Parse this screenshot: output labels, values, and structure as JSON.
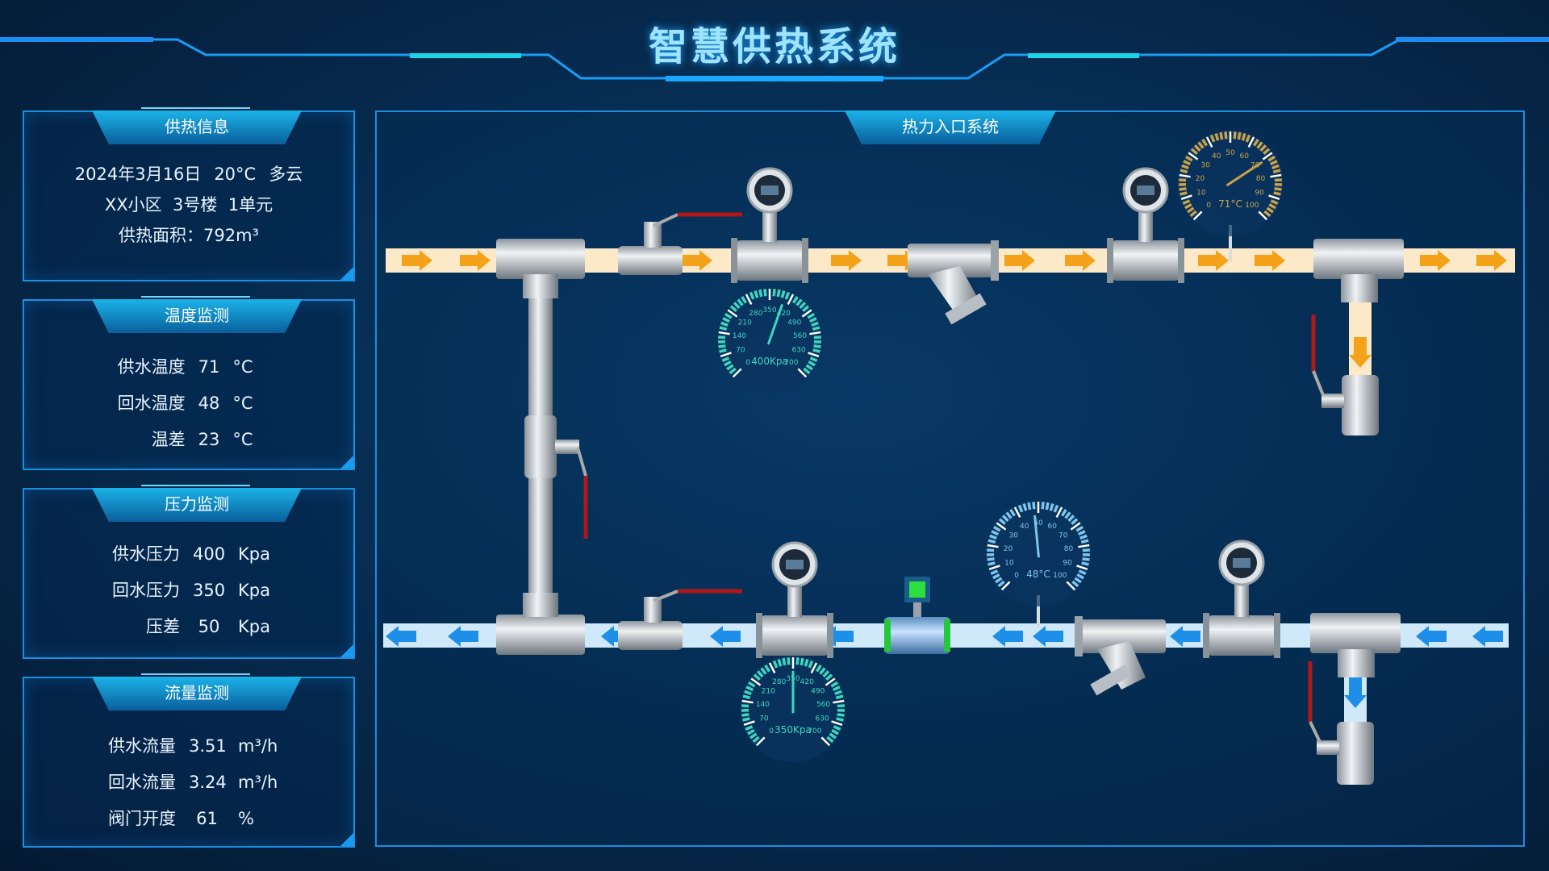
{
  "title": "智慧供热系统",
  "info": {
    "header": "供热信息",
    "date": "2024年3月16日",
    "temp": "20°C",
    "weather": "多云",
    "address": "XX小区  3号楼  1单元",
    "area": "供热面积：792m³"
  },
  "temperature": {
    "header": "温度监测",
    "rows": [
      {
        "label": "供水温度",
        "value": "71",
        "unit": "°C"
      },
      {
        "label": "回水温度",
        "value": "48",
        "unit": "°C"
      },
      {
        "label": "温差",
        "value": "23",
        "unit": "°C"
      }
    ]
  },
  "pressure": {
    "header": "压力监测",
    "rows": [
      {
        "label": "供水压力",
        "value": "400",
        "unit": "Kpa"
      },
      {
        "label": "回水压力",
        "value": "350",
        "unit": "Kpa"
      },
      {
        "label": "压差",
        "value": "50",
        "unit": "Kpa"
      }
    ]
  },
  "flow": {
    "header": "流量监测",
    "rows": [
      {
        "label": "供水流量",
        "value": "3.51",
        "unit": "m³/h"
      },
      {
        "label": "回水流量",
        "value": "3.24",
        "unit": "m³/h"
      },
      {
        "label": "阀门开度",
        "value": "61",
        "unit": "%"
      }
    ]
  },
  "main": {
    "header": "热力入口系统"
  },
  "gauges": [
    {
      "id": "supply-pressure",
      "type": "pressure",
      "value": 400,
      "max": 700,
      "ticks": [
        "0",
        "70",
        "140",
        "210",
        "280",
        "350",
        "420",
        "490",
        "560",
        "630",
        "700"
      ],
      "readout": "400Kpa",
      "color": "#3fd6c0"
    },
    {
      "id": "return-pressure",
      "type": "pressure",
      "value": 350,
      "max": 700,
      "ticks": [
        "0",
        "70",
        "140",
        "210",
        "280",
        "350",
        "420",
        "490",
        "560",
        "630",
        "700"
      ],
      "readout": "350Kpa",
      "color": "#3fd6c0"
    },
    {
      "id": "supply-temp",
      "type": "temperature",
      "value": 71,
      "max": 100,
      "ticks": [
        "0",
        "10",
        "20",
        "30",
        "40",
        "50",
        "60",
        "70",
        "80",
        "90",
        "100"
      ],
      "readout": "71°C",
      "color": "#c9a24a"
    },
    {
      "id": "return-temp",
      "type": "temperature",
      "value": 48,
      "max": 100,
      "ticks": [
        "0",
        "10",
        "20",
        "30",
        "40",
        "50",
        "60",
        "70",
        "80",
        "90",
        "100"
      ],
      "readout": "48°C",
      "color": "#7fc4ee"
    }
  ],
  "colors": {
    "supply": "#f5a21b",
    "return": "#1e8fe8",
    "supply_pipe": "#fbe9c8",
    "return_pipe": "#cfe9fb"
  }
}
